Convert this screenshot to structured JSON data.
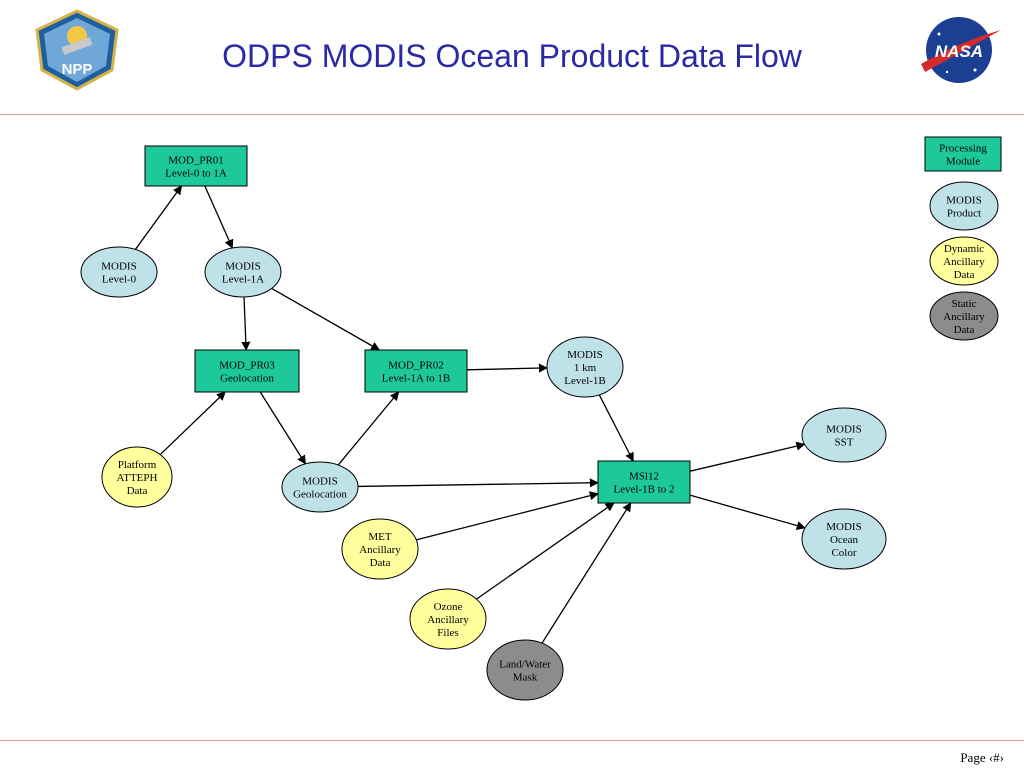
{
  "title": "ODPS MODIS Ocean Product Data Flow",
  "logos": {
    "left": {
      "icon": "npp-mission-patch-icon",
      "text": "NPP"
    },
    "right": {
      "icon": "nasa-meatball-icon",
      "text": "NASA"
    }
  },
  "footer": {
    "page": "Page ‹#›"
  },
  "colors": {
    "module": "#1dc99b",
    "product": "#bfe2e8",
    "dynamic": "#ffff9e",
    "static": "#8c8c8c",
    "title": "#2a2aa6",
    "rule": "#e89a9a"
  },
  "nodes": [
    {
      "id": "pr01",
      "kind": "module",
      "lines": [
        "MOD_PR01",
        "Level-0 to 1A"
      ]
    },
    {
      "id": "l0",
      "kind": "product",
      "lines": [
        "MODIS",
        "Level-0"
      ]
    },
    {
      "id": "l1a",
      "kind": "product",
      "lines": [
        "MODIS",
        "Level-1A"
      ]
    },
    {
      "id": "pr03",
      "kind": "module",
      "lines": [
        "MOD_PR03",
        "Geolocation"
      ]
    },
    {
      "id": "pr02",
      "kind": "module",
      "lines": [
        "MOD_PR02",
        "Level-1A to 1B"
      ]
    },
    {
      "id": "l1b",
      "kind": "product",
      "lines": [
        "MODIS",
        "1 km",
        "Level-1B"
      ]
    },
    {
      "id": "atteph",
      "kind": "dynamic",
      "lines": [
        "Platform",
        "ATTEPH",
        "Data"
      ]
    },
    {
      "id": "geo",
      "kind": "product",
      "lines": [
        "MODIS",
        "Geolocation"
      ]
    },
    {
      "id": "msl12",
      "kind": "module",
      "lines": [
        "MSl12",
        "Level-1B to 2"
      ]
    },
    {
      "id": "sst",
      "kind": "product",
      "lines": [
        "MODIS",
        "SST"
      ]
    },
    {
      "id": "oc",
      "kind": "product",
      "lines": [
        "MODIS",
        "Ocean",
        "Color"
      ]
    },
    {
      "id": "met",
      "kind": "dynamic",
      "lines": [
        "MET",
        "Ancillary",
        "Data"
      ]
    },
    {
      "id": "ozone",
      "kind": "dynamic",
      "lines": [
        "Ozone",
        "Ancillary",
        "Files"
      ]
    },
    {
      "id": "mask",
      "kind": "static",
      "lines": [
        "Land/Water",
        "Mask"
      ]
    }
  ],
  "edges": [
    [
      "l0",
      "pr01"
    ],
    [
      "pr01",
      "l1a"
    ],
    [
      "l1a",
      "pr03"
    ],
    [
      "l1a",
      "pr02"
    ],
    [
      "pr02",
      "l1b"
    ],
    [
      "atteph",
      "pr03"
    ],
    [
      "pr03",
      "geo"
    ],
    [
      "geo",
      "pr02"
    ],
    [
      "geo",
      "msl12"
    ],
    [
      "l1b",
      "msl12"
    ],
    [
      "met",
      "msl12"
    ],
    [
      "ozone",
      "msl12"
    ],
    [
      "mask",
      "msl12"
    ],
    [
      "msl12",
      "sst"
    ],
    [
      "msl12",
      "oc"
    ]
  ],
  "legend": [
    {
      "kind": "module",
      "lines": [
        "Processing",
        "Module"
      ]
    },
    {
      "kind": "product",
      "lines": [
        "MODIS",
        "Product"
      ]
    },
    {
      "kind": "dynamic",
      "lines": [
        "Dynamic",
        "Ancillary",
        "Data"
      ]
    },
    {
      "kind": "static",
      "lines": [
        "Static",
        "Ancillary",
        "Data"
      ]
    }
  ]
}
